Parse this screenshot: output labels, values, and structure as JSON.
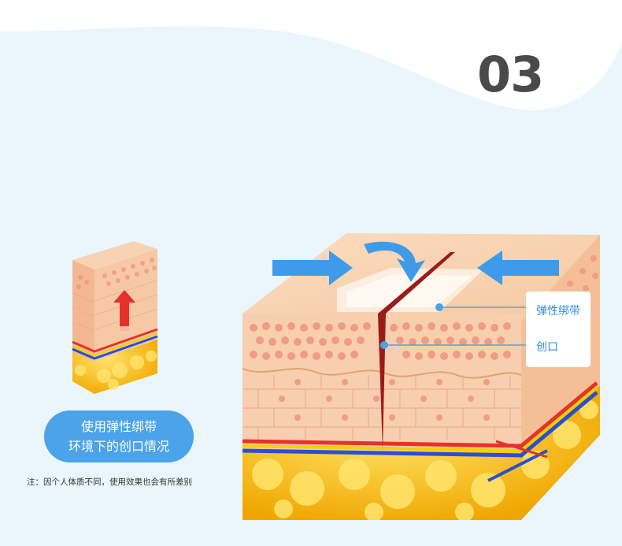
{
  "step_number": "03",
  "caption": {
    "line1": "使用弹性绑带",
    "line2": "环境下的创口情况"
  },
  "note": "注：因个人体质不同，使用效果也会有所差别",
  "labels": {
    "bandage": "弹性绑带",
    "wound": "创口"
  },
  "colors": {
    "background": "#eaf6fb",
    "accent_blue": "#4ba3ea",
    "label_blue": "#2f8fe0",
    "arrow_blue": "#3d9be9",
    "fat_yellow": "#f7c21a",
    "skin_peach": "#f6c9a4",
    "wound_red": "#9b1b1b"
  },
  "icons": [
    "compress-arrow-left-icon",
    "compress-arrow-right-icon",
    "curved-arrow-down-icon",
    "up-arrow-icon"
  ]
}
